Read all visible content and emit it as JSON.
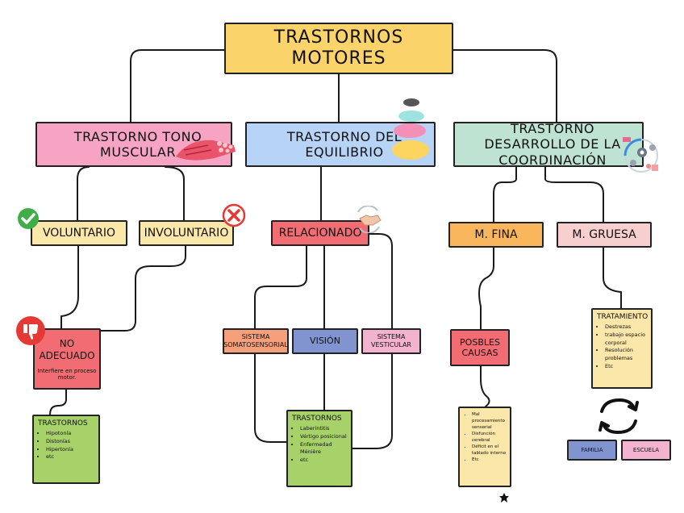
{
  "title": "TRASTORNOS MOTORES",
  "level1": {
    "tono_muscular": "TRASTORNO TONO MUSCULAR",
    "equilibrio": "TRASTORNO DEL EQUILIBRIO",
    "coordinacion": "TRASTORNO DESARROLLO DE LA COORDINACIÓN"
  },
  "level2": {
    "voluntario": "VOLUNTARIO",
    "involuntario": "INVOLUNTARIO",
    "relacionado": "RELACIONADO",
    "m_fina": "M. FINA",
    "m_gruesa": "M. GRUESA"
  },
  "no_adecuado": {
    "label": "NO ADECUADO",
    "note": "Interfiere en proceso motor."
  },
  "equilibrio_sistemas": {
    "somatosensorial": "SISTEMA SOMATOSENSORIAL",
    "vision": "VISIÓN",
    "vesticular": "SISTEMA VESTICULAR"
  },
  "posibles_causas": "POSBLES CAUSAS",
  "trastornos_tono": {
    "heading": "TRASTORNOS",
    "items": [
      "Hipotonía",
      "Distonías",
      "Hipertonía",
      "etc"
    ]
  },
  "trastornos_equilibrio": {
    "heading": "TRASTORNOS",
    "items": [
      "Laberintitis",
      "Vértigo posicional",
      "Enfermedad Ménière",
      "etc"
    ]
  },
  "causas_list": {
    "items": [
      "Mal procesamiento sensorial",
      "Disfunción cerebral",
      "Déficit en el tablado interno",
      "Etc"
    ]
  },
  "tratamiento": {
    "heading": "TRATAMIENTO",
    "items": [
      "Destrezas",
      "trabajo espacio corporal",
      "Resolución problemas",
      "Etc"
    ]
  },
  "familia": "FAMILIA",
  "escuela": "ESCUELA",
  "icons": [
    "check-icon",
    "cross-icon",
    "thumbs-down-icon",
    "muscle-icon",
    "balance-stones-icon",
    "handshake-icon",
    "gear-network-icon",
    "cycle-arrows-icon",
    "star-doodle-icon"
  ],
  "colors": {
    "title": "#fbd36b",
    "tono": "#f6a3c4",
    "equilibrio": "#b7d4f6",
    "coordinacion": "#bfe3d3",
    "red": "#f26d73",
    "pale_yellow": "#fbe7a9",
    "orange": "#f9b65c",
    "green": "#a7d26a",
    "blue": "#8194cf"
  }
}
